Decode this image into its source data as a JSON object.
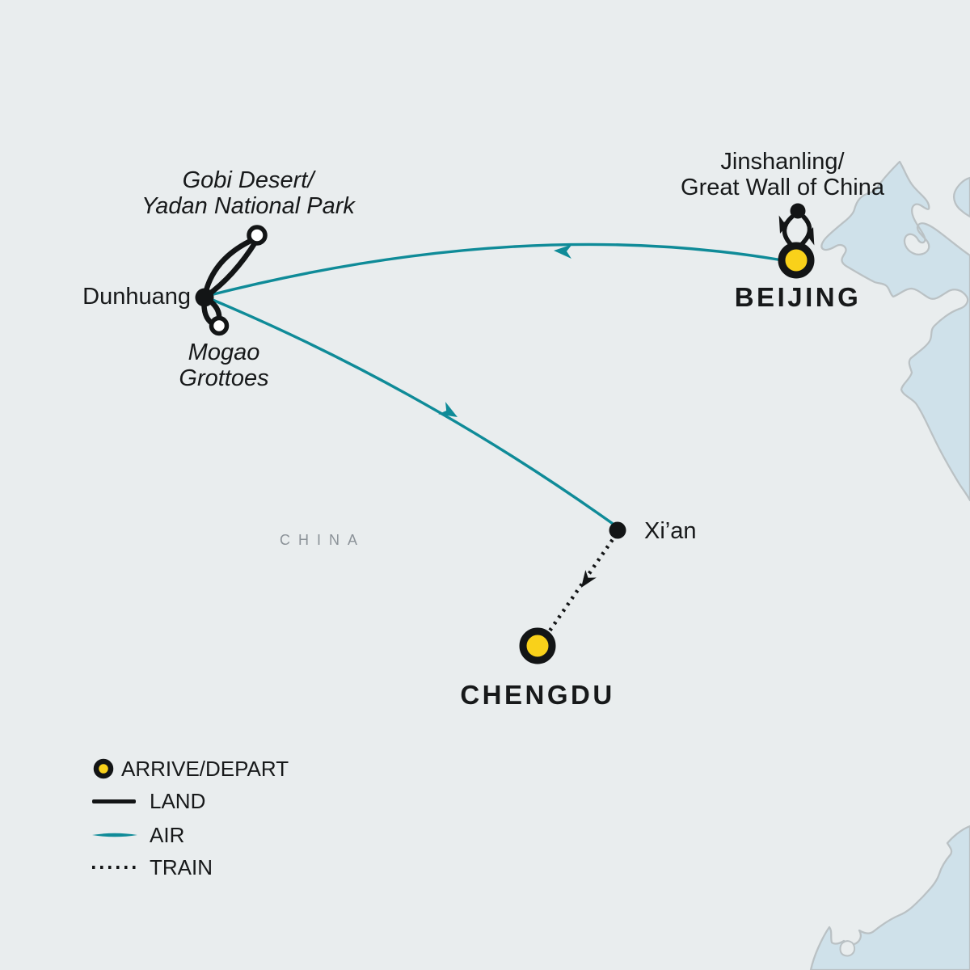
{
  "region": {
    "name": "CHINA"
  },
  "places": {
    "beijing": {
      "name": "BEIJING",
      "type": "arrive-depart"
    },
    "jinshanling": {
      "name_line1": "Jinshanling/",
      "name_line2": "Great Wall of China",
      "type": "excursion"
    },
    "dunhuang": {
      "name": "Dunhuang",
      "type": "stop"
    },
    "gobi": {
      "name_line1": "Gobi Desert/",
      "name_line2": "Yadan National Park",
      "type": "excursion"
    },
    "mogao": {
      "name_line1": "Mogao",
      "name_line2": "Grottoes",
      "type": "excursion"
    },
    "xian": {
      "name": "Xi’an",
      "type": "stop"
    },
    "chengdu": {
      "name": "CHENGDU",
      "type": "arrive-depart"
    }
  },
  "routes": [
    {
      "from": "Beijing",
      "to": "Jinshanling/Great Wall of China",
      "mode": "land",
      "round_trip": true
    },
    {
      "from": "Beijing",
      "to": "Dunhuang",
      "mode": "air"
    },
    {
      "from": "Dunhuang",
      "to": "Gobi Desert/Yadan National Park",
      "mode": "land",
      "round_trip": true
    },
    {
      "from": "Dunhuang",
      "to": "Mogao Grottoes",
      "mode": "land",
      "round_trip": true
    },
    {
      "from": "Dunhuang",
      "to": "Xi’an",
      "mode": "air"
    },
    {
      "from": "Xi’an",
      "to": "Chengdu",
      "mode": "train"
    }
  ],
  "legend": {
    "arrive_depart_label": "ARRIVE/DEPART",
    "land_label": "LAND",
    "air_label": "AIR",
    "train_label": "TRAIN"
  },
  "colors": {
    "land_bg": "#e9edee",
    "water": "#cfe1ea",
    "coastline": "#bac1c4",
    "air_teal": "#0f8b98",
    "route_black": "#131516",
    "marker_yellow": "#f9d11a",
    "region_text": "#8b9298",
    "label_text": "#17191a"
  }
}
